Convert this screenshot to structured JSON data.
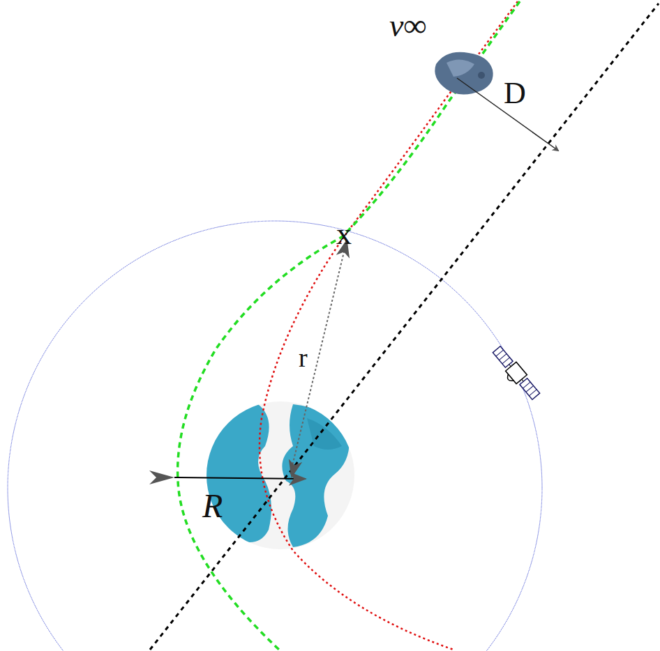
{
  "diagram": {
    "labels": [
      "v∞",
      "D",
      "x",
      "r",
      "R"
    ]
  }
}
